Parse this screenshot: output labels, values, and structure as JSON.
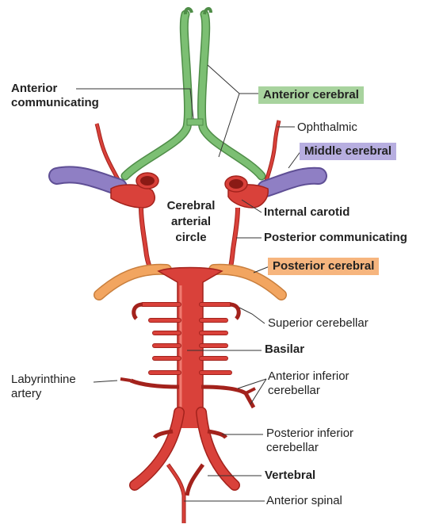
{
  "labels": {
    "anterior_communicating": "Anterior\ncommunicating",
    "anterior_cerebral": "Anterior cerebral",
    "ophthalmic": "Ophthalmic",
    "middle_cerebral": "Middle cerebral",
    "cerebral_arterial_circle": "Cerebral\narterial\ncircle",
    "internal_carotid": "Internal carotid",
    "posterior_communicating": "Posterior communicating",
    "posterior_cerebral": "Posterior cerebral",
    "superior_cerebellar": "Superior cerebellar",
    "basilar": "Basilar",
    "labyrinthine_artery": "Labyrinthine\nartery",
    "anterior_inferior_cerebellar": "Anterior inferior\ncerebellar",
    "posterior_inferior_cerebellar": "Posterior inferior\ncerebellar",
    "vertebral": "Vertebral",
    "anterior_spinal": "Anterior spinal"
  },
  "colors": {
    "artery_red": "#d9413a",
    "artery_dark": "#a3221c",
    "anterior_cerebral_green": "#7cbf73",
    "anterior_cerebral_box": "#a8d39e",
    "middle_cerebral_purple": "#8f7fc4",
    "middle_cerebral_box": "#b7aee0",
    "posterior_cerebral_orange": "#f2a560",
    "posterior_cerebral_box": "#f6b57e"
  }
}
